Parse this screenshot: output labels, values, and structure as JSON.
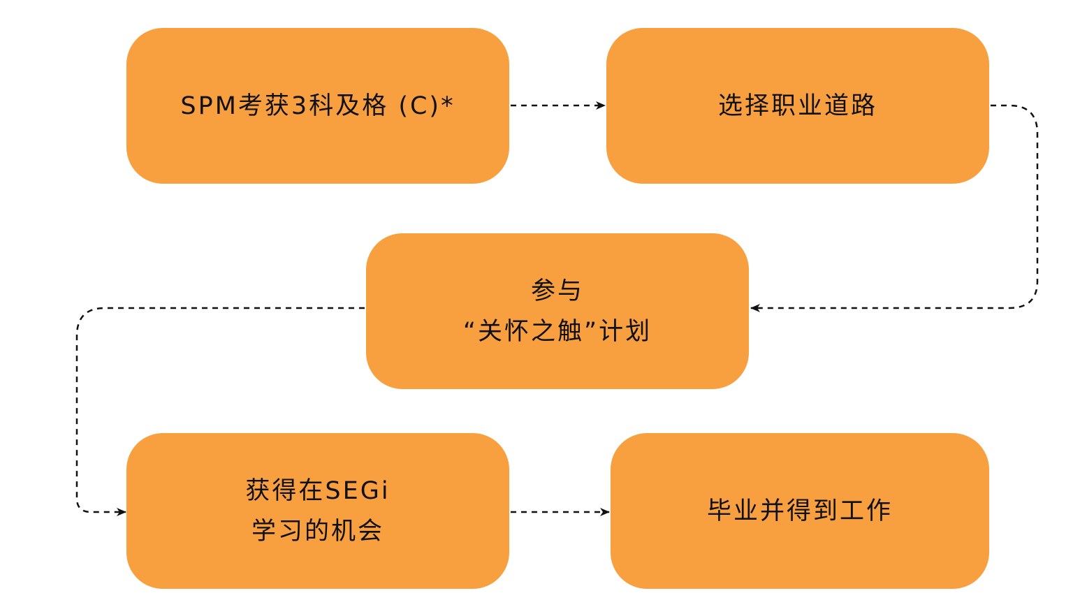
{
  "nodes": [
    {
      "id": "1",
      "lines": [
        "SPM考获3科及格 (C)*"
      ]
    },
    {
      "id": "2",
      "lines": [
        "选择职业道路"
      ]
    },
    {
      "id": "3",
      "lines": [
        "参与",
        "“关怀之触”计划"
      ]
    },
    {
      "id": "4",
      "lines": [
        "获得在SEGi",
        "学习的机会"
      ]
    },
    {
      "id": "5",
      "lines": [
        "毕业并得到工作"
      ]
    }
  ],
  "edges": [
    {
      "from": "1",
      "to": "2"
    },
    {
      "from": "2",
      "to": "3"
    },
    {
      "from": "3",
      "to": "4"
    },
    {
      "from": "4",
      "to": "5"
    }
  ],
  "colors": {
    "node_fill": "#f8a040",
    "text": "#111111",
    "connector": "#111111",
    "background": "#ffffff"
  }
}
